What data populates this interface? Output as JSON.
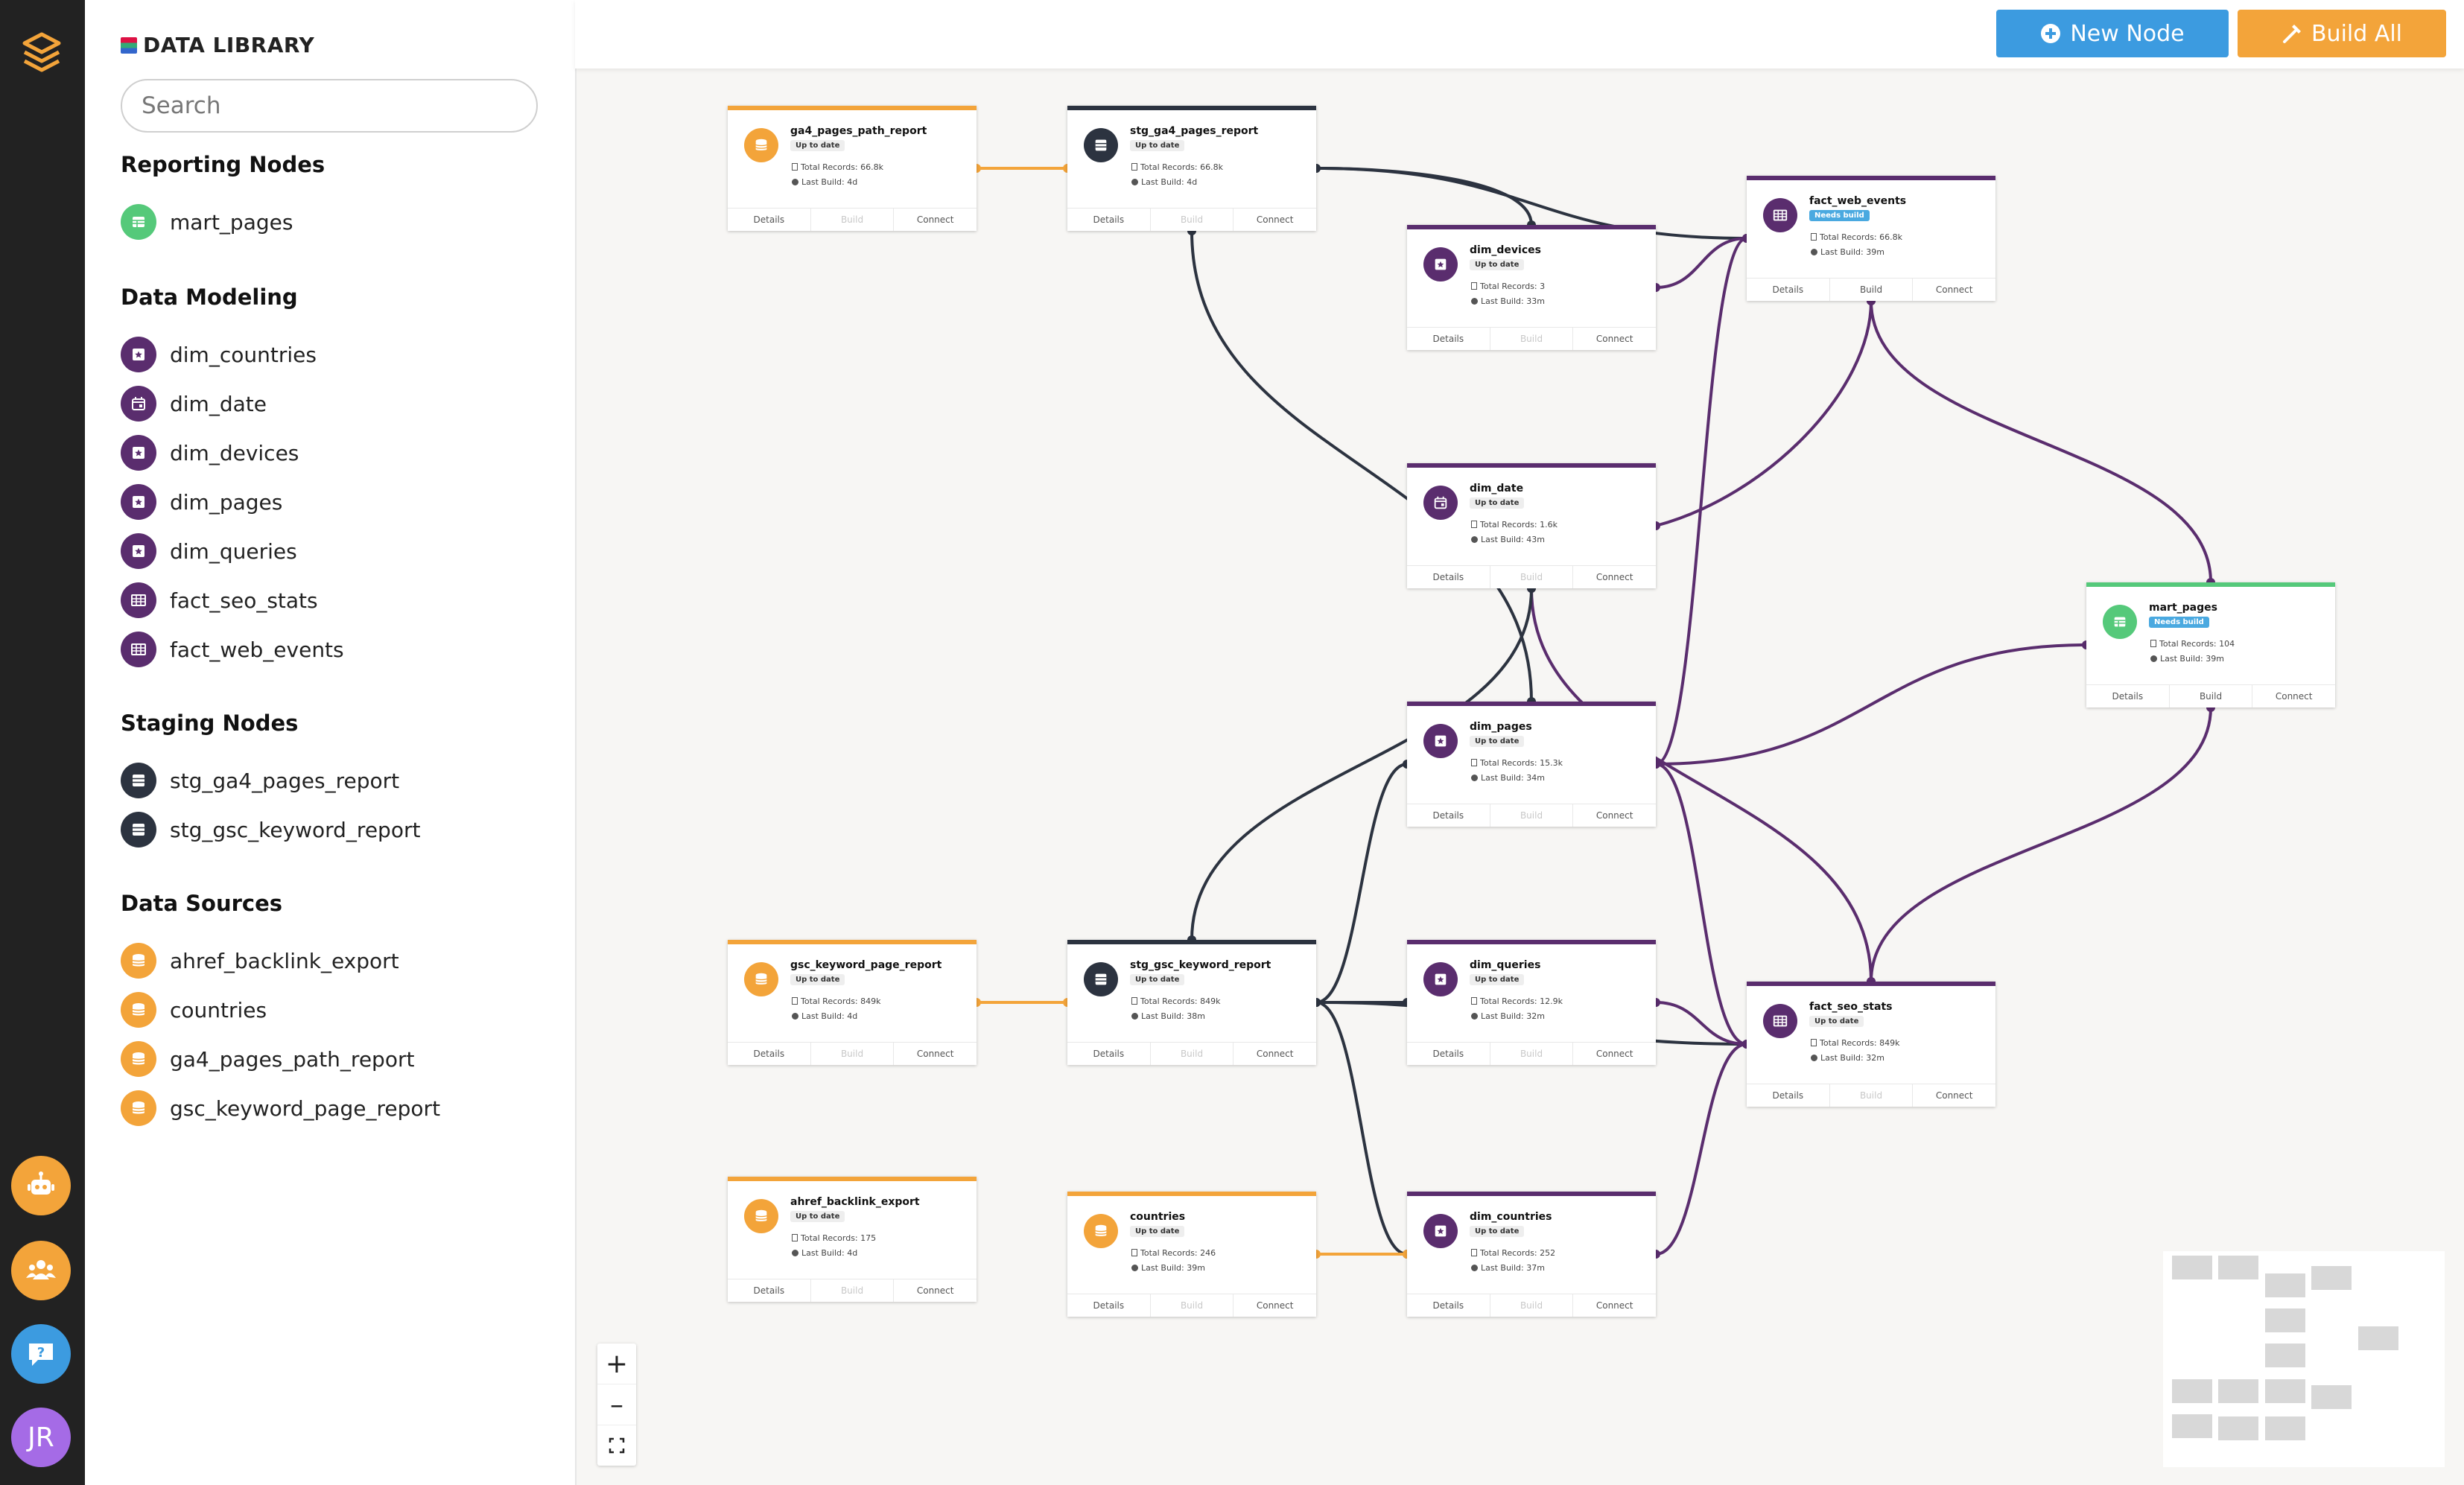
{
  "library": {
    "title": "DATA LIBRARY",
    "search_placeholder": "Search",
    "sections": [
      {
        "title": "Reporting Nodes",
        "items": [
          {
            "label": "mart_pages",
            "kind": "mart"
          }
        ]
      },
      {
        "title": "Data Modeling",
        "items": [
          {
            "label": "dim_countries",
            "kind": "dim"
          },
          {
            "label": "dim_date",
            "kind": "date"
          },
          {
            "label": "dim_devices",
            "kind": "dim"
          },
          {
            "label": "dim_pages",
            "kind": "dim"
          },
          {
            "label": "dim_queries",
            "kind": "dim"
          },
          {
            "label": "fact_seo_stats",
            "kind": "fact"
          },
          {
            "label": "fact_web_events",
            "kind": "fact"
          }
        ]
      },
      {
        "title": "Staging Nodes",
        "items": [
          {
            "label": "stg_ga4_pages_report",
            "kind": "stg"
          },
          {
            "label": "stg_gsc_keyword_report",
            "kind": "stg"
          }
        ]
      },
      {
        "title": "Data Sources",
        "items": [
          {
            "label": "ahref_backlink_export",
            "kind": "source"
          },
          {
            "label": "countries",
            "kind": "source"
          },
          {
            "label": "ga4_pages_path_report",
            "kind": "source"
          },
          {
            "label": "gsc_keyword_page_report",
            "kind": "source"
          }
        ]
      }
    ]
  },
  "toolbar": {
    "new_node_label": "New Node",
    "build_all_label": "Build All"
  },
  "rail": {
    "avatar_initials": "JR"
  },
  "colors": {
    "source": "#f3a43a",
    "stg": "#2c3340",
    "model": "#5a2d6e",
    "mart": "#55c97a",
    "new_node": "#3c9be0",
    "build_all": "#f3a43a",
    "needs_build": "#4aa9e0"
  },
  "node_actions": {
    "details": "Details",
    "build": "Build",
    "connect": "Connect"
  },
  "nodes": [
    {
      "id": "ga4_pages_path_report",
      "name": "ga4_pages_path_report",
      "kind": "source",
      "status": "Up to date",
      "records": "Total Records: 66.8k",
      "last_build": "Last Build: 4d",
      "build_enabled": false
    },
    {
      "id": "stg_ga4_pages_report",
      "name": "stg_ga4_pages_report",
      "kind": "stg",
      "status": "Up to date",
      "records": "Total Records: 66.8k",
      "last_build": "Last Build: 4d",
      "build_enabled": false
    },
    {
      "id": "dim_devices",
      "name": "dim_devices",
      "kind": "dim",
      "status": "Up to date",
      "records": "Total Records: 3",
      "last_build": "Last Build: 33m",
      "build_enabled": false
    },
    {
      "id": "fact_web_events",
      "name": "fact_web_events",
      "kind": "fact",
      "status": "Needs build",
      "records": "Total Records: 66.8k",
      "last_build": "Last Build: 39m",
      "build_enabled": true
    },
    {
      "id": "dim_date",
      "name": "dim_date",
      "kind": "date",
      "status": "Up to date",
      "records": "Total Records: 1.6k",
      "last_build": "Last Build: 43m",
      "build_enabled": false
    },
    {
      "id": "mart_pages",
      "name": "mart_pages",
      "kind": "mart",
      "status": "Needs build",
      "records": "Total Records: 104",
      "last_build": "Last Build: 39m",
      "build_enabled": true
    },
    {
      "id": "dim_pages",
      "name": "dim_pages",
      "kind": "dim",
      "status": "Up to date",
      "records": "Total Records: 15.3k",
      "last_build": "Last Build: 34m",
      "build_enabled": false
    },
    {
      "id": "gsc_keyword_page_report",
      "name": "gsc_keyword_page_report",
      "kind": "source",
      "status": "Up to date",
      "records": "Total Records: 849k",
      "last_build": "Last Build: 4d",
      "build_enabled": false
    },
    {
      "id": "stg_gsc_keyword_report",
      "name": "stg_gsc_keyword_report",
      "kind": "stg",
      "status": "Up to date",
      "records": "Total Records: 849k",
      "last_build": "Last Build: 38m",
      "build_enabled": false
    },
    {
      "id": "dim_queries",
      "name": "dim_queries",
      "kind": "dim",
      "status": "Up to date",
      "records": "Total Records: 12.9k",
      "last_build": "Last Build: 32m",
      "build_enabled": false
    },
    {
      "id": "fact_seo_stats",
      "name": "fact_seo_stats",
      "kind": "fact",
      "status": "Up to date",
      "records": "Total Records: 849k",
      "last_build": "Last Build: 32m",
      "build_enabled": false
    },
    {
      "id": "ahref_backlink_export",
      "name": "ahref_backlink_export",
      "kind": "source",
      "status": "Up to date",
      "records": "Total Records: 175",
      "last_build": "Last Build: 4d",
      "build_enabled": false
    },
    {
      "id": "countries",
      "name": "countries",
      "kind": "source",
      "status": "Up to date",
      "records": "Total Records: 246",
      "last_build": "Last Build: 39m",
      "build_enabled": false
    },
    {
      "id": "dim_countries",
      "name": "dim_countries",
      "kind": "dim",
      "status": "Up to date",
      "records": "Total Records: 252",
      "last_build": "Last Build: 37m",
      "build_enabled": false
    }
  ],
  "edges": [
    {
      "from": "ga4_pages_path_report",
      "to": "stg_ga4_pages_report"
    },
    {
      "from": "stg_ga4_pages_report",
      "to": "fact_web_events"
    },
    {
      "from": "stg_ga4_pages_report",
      "to": "dim_pages"
    },
    {
      "from": "stg_ga4_pages_report",
      "to": "dim_devices"
    },
    {
      "from": "dim_devices",
      "to": "fact_web_events"
    },
    {
      "from": "dim_date",
      "to": "fact_web_events"
    },
    {
      "from": "dim_date",
      "to": "fact_seo_stats"
    },
    {
      "from": "dim_pages",
      "to": "fact_web_events"
    },
    {
      "from": "dim_pages",
      "to": "fact_seo_stats"
    },
    {
      "from": "dim_pages",
      "to": "mart_pages"
    },
    {
      "from": "fact_web_events",
      "to": "mart_pages"
    },
    {
      "from": "fact_seo_stats",
      "to": "mart_pages"
    },
    {
      "from": "gsc_keyword_page_report",
      "to": "stg_gsc_keyword_report"
    },
    {
      "from": "stg_gsc_keyword_report",
      "to": "dim_pages"
    },
    {
      "from": "stg_gsc_keyword_report",
      "to": "dim_queries"
    },
    {
      "from": "stg_gsc_keyword_report",
      "to": "dim_countries"
    },
    {
      "from": "stg_gsc_keyword_report",
      "to": "fact_seo_stats"
    },
    {
      "from": "stg_gsc_keyword_report",
      "to": "dim_date"
    },
    {
      "from": "dim_queries",
      "to": "fact_seo_stats"
    },
    {
      "from": "dim_countries",
      "to": "fact_seo_stats"
    },
    {
      "from": "countries",
      "to": "dim_countries"
    }
  ]
}
